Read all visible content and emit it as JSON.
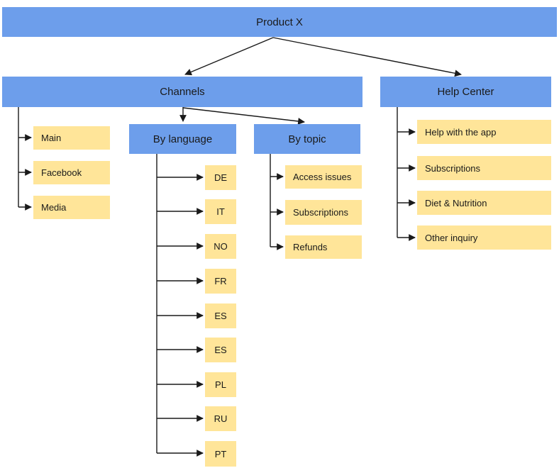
{
  "colors": {
    "bar_blue": "#6d9eeb",
    "leaf_yellow": "#ffe599",
    "text_color": "#1a1a1a",
    "line_color": "#1a1a1a",
    "background": "#ffffff"
  },
  "diagram": {
    "root": "Product X",
    "channels": {
      "title": "Channels",
      "pages": [
        "Main",
        "Facebook",
        "Media"
      ],
      "by_language": {
        "title": "By language",
        "items": [
          "DE",
          "IT",
          "NO",
          "FR",
          "ES",
          "ES",
          "PL",
          "RU",
          "PT"
        ]
      },
      "by_topic": {
        "title": "By topic",
        "items": [
          "Access issues",
          "Subscriptions",
          "Refunds"
        ]
      }
    },
    "help_center": {
      "title": "Help Center",
      "items": [
        "Help with the app",
        "Subscriptions",
        "Diet & Nutrition",
        "Other inquiry"
      ]
    }
  }
}
